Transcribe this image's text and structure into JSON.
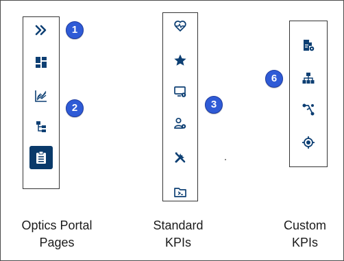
{
  "toolbars": {
    "optics": {
      "icons": [
        "chevron-double-right-icon",
        "dashboard-icon",
        "line-chart-icon",
        "hierarchy-tree-icon",
        "clipboard-list-icon"
      ]
    },
    "standard": {
      "icons": [
        "heart-pulse-icon",
        "star-icon",
        "monitor-settings-icon",
        "user-settings-icon",
        "tools-icon",
        "folder-icon"
      ]
    },
    "custom": {
      "icons": [
        "document-settings-icon",
        "network-icon",
        "share-branch-icon",
        "target-icon"
      ]
    }
  },
  "callouts": {
    "c1": "1",
    "c2": "2",
    "c3": "3",
    "c6": "6"
  },
  "captions": {
    "optics": {
      "line1": "Optics Portal",
      "line2": "Pages"
    },
    "standard": {
      "line1": "Standard",
      "line2": "KPIs"
    },
    "custom": {
      "line1": "Custom",
      "line2": "KPIs"
    }
  },
  "colors": {
    "icon": "#0d3f73",
    "active_bg": "#0a3a6a",
    "callout": "#2f5bd6"
  }
}
